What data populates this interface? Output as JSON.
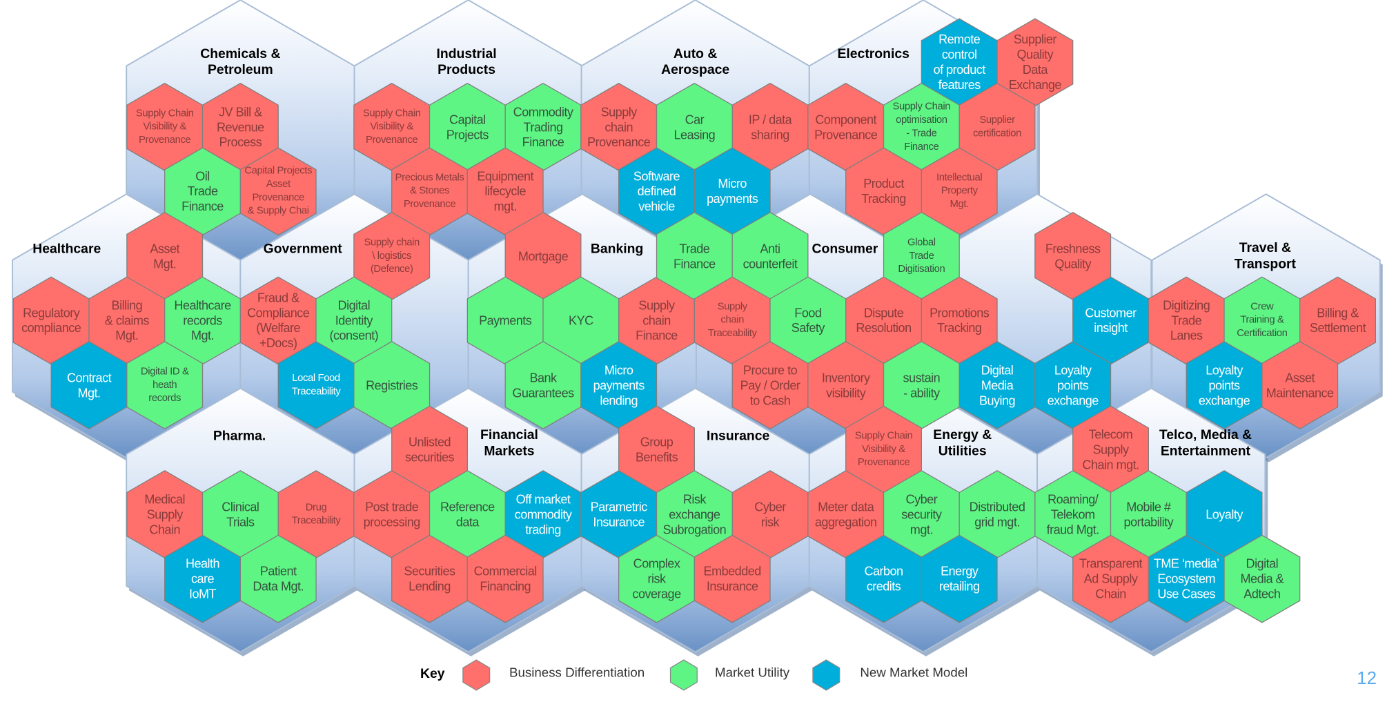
{
  "colors": {
    "bd": "#FF6F6B",
    "mu": "#5FF584",
    "nmm": "#00AEDB"
  },
  "legend": {
    "title": "Key",
    "items": [
      {
        "type": "bd",
        "label": "Business Differentiation"
      },
      {
        "type": "mu",
        "label": "Market Utility"
      },
      {
        "type": "nmm",
        "label": "New Market Model"
      }
    ]
  },
  "page_number": "12",
  "industries": [
    {
      "name": "Chemicals &\nPetroleum",
      "use_cases": [
        {
          "label": "Supply Chain\nVisibility &\nProvenance",
          "type": "bd"
        },
        {
          "label": "JV Bill &\nRevenue\nProcess",
          "type": "bd"
        },
        {
          "label": "Oil\nTrade\nFinance",
          "type": "mu"
        },
        {
          "label": "Capital Projects\nAsset\nProvenance\n& Supply Chai",
          "type": "bd"
        }
      ]
    },
    {
      "name": "Industrial\nProducts",
      "use_cases": [
        {
          "label": "Supply Chain\nVisibility &\nProvenance",
          "type": "bd"
        },
        {
          "label": "Capital\nProjects",
          "type": "mu"
        },
        {
          "label": "Commodity\nTrading\nFinance",
          "type": "mu"
        },
        {
          "label": "Precious Metals\n& Stones\nProvenance",
          "type": "bd"
        },
        {
          "label": "Equipment\nlifecycle\nmgt.",
          "type": "bd"
        }
      ]
    },
    {
      "name": "Auto &\nAerospace",
      "use_cases": [
        {
          "label": "Supply\nchain\nProvenance",
          "type": "bd"
        },
        {
          "label": "Car\nLeasing",
          "type": "mu"
        },
        {
          "label": "IP / data\nsharing",
          "type": "bd"
        },
        {
          "label": "Software\ndefined\nvehicle",
          "type": "nmm"
        },
        {
          "label": "Micro\npayments",
          "type": "nmm"
        }
      ]
    },
    {
      "name": "Electronics",
      "use_cases": [
        {
          "label": "Remote\ncontrol\nof product\nfeatures",
          "type": "nmm"
        },
        {
          "label": "Supplier\nQuality\nData\nExchange",
          "type": "bd"
        },
        {
          "label": "Component\nProvenance",
          "type": "bd"
        },
        {
          "label": "Supply Chain\noptimisation\n- Trade\nFinance",
          "type": "mu"
        },
        {
          "label": "Supplier\ncertification",
          "type": "bd"
        },
        {
          "label": "Product\nTracking",
          "type": "bd"
        },
        {
          "label": "Intellectual\nProperty\nMgt.",
          "type": "bd"
        }
      ]
    },
    {
      "name": "Healthcare",
      "use_cases": [
        {
          "label": "Asset\nMgt.",
          "type": "bd"
        },
        {
          "label": "Regulatory\ncompliance",
          "type": "bd"
        },
        {
          "label": "Billing\n& claims\nMgt.",
          "type": "bd"
        },
        {
          "label": "Healthcare\nrecords\nMgt.",
          "type": "mu"
        },
        {
          "label": "Contract\nMgt.",
          "type": "nmm"
        },
        {
          "label": "Digital ID &\nheath\nrecords",
          "type": "mu"
        }
      ]
    },
    {
      "name": "Government",
      "use_cases": [
        {
          "label": "Supply chain\n\\ logistics\n(Defence)",
          "type": "bd"
        },
        {
          "label": "Fraud &\nCompliance\n(Welfare\n+Docs)",
          "type": "bd"
        },
        {
          "label": "Digital\nIdentity\n(consent)",
          "type": "mu"
        },
        {
          "label": "Local Food\nTraceability",
          "type": "nmm"
        },
        {
          "label": "Registries",
          "type": "mu"
        }
      ]
    },
    {
      "name": "Banking",
      "use_cases": [
        {
          "label": "Mortgage",
          "type": "bd"
        },
        {
          "label": "Payments",
          "type": "mu"
        },
        {
          "label": "KYC",
          "type": "mu"
        },
        {
          "label": "Supply\nchain\nFinance",
          "type": "bd"
        },
        {
          "label": "Bank\nGuarantees",
          "type": "mu"
        },
        {
          "label": "Micro\npayments\nlending",
          "type": "nmm"
        },
        {
          "label": "Trade\nFinance",
          "type": "mu"
        }
      ]
    },
    {
      "name": "Consumer",
      "use_cases": [
        {
          "label": "Anti\ncounterfeit",
          "type": "mu"
        },
        {
          "label": "Global\nTrade\nDigitisation",
          "type": "mu"
        },
        {
          "label": "Supply\nchain\nTraceability",
          "type": "bd"
        },
        {
          "label": "Food\nSafety",
          "type": "mu"
        },
        {
          "label": "Dispute\nResolution",
          "type": "bd"
        },
        {
          "label": "Promotions\nTracking",
          "type": "bd"
        },
        {
          "label": "Procure to\nPay / Order\nto Cash",
          "type": "bd"
        },
        {
          "label": "Inventory\nvisibility",
          "type": "bd"
        },
        {
          "label": "sustain\n- ability",
          "type": "mu"
        },
        {
          "label": "Digital\nMedia\nBuying",
          "type": "nmm"
        }
      ]
    },
    {
      "use_cases": [
        {
          "label": "Freshness\nQuality",
          "type": "bd"
        },
        {
          "label": "Customer\ninsight",
          "type": "nmm"
        },
        {
          "label": "Loyalty\npoints\nexchange",
          "type": "nmm"
        }
      ]
    },
    {
      "name": "Travel &\nTransport",
      "use_cases": [
        {
          "label": "Digitizing\nTrade\nLanes",
          "type": "bd"
        },
        {
          "label": "Crew\nTraining &\nCertification",
          "type": "mu"
        },
        {
          "label": "Billing &\nSettlement",
          "type": "bd"
        },
        {
          "label": "Loyalty\npoints\nexchange",
          "type": "nmm"
        },
        {
          "label": "Asset\nMaintenance",
          "type": "bd"
        }
      ]
    },
    {
      "name": "Pharma.",
      "use_cases": [
        {
          "label": "Medical\nSupply\nChain",
          "type": "bd"
        },
        {
          "label": "Clinical\nTrials",
          "type": "mu"
        },
        {
          "label": "Drug\nTraceability",
          "type": "bd"
        },
        {
          "label": "Health\ncare\nIoMT",
          "type": "nmm"
        },
        {
          "label": "Patient\nData Mgt.",
          "type": "mu"
        }
      ]
    },
    {
      "name": "Financial\nMarkets",
      "use_cases": [
        {
          "label": "Unlisted\nsecurities",
          "type": "bd"
        },
        {
          "label": "Post trade\nprocessing",
          "type": "bd"
        },
        {
          "label": "Reference\ndata",
          "type": "mu"
        },
        {
          "label": "Off market\ncommodity\ntrading",
          "type": "nmm"
        },
        {
          "label": "Securities\nLending",
          "type": "bd"
        },
        {
          "label": "Commercial\nFinancing",
          "type": "bd"
        }
      ]
    },
    {
      "name": "Insurance",
      "use_cases": [
        {
          "label": "Group\nBenefits",
          "type": "bd"
        },
        {
          "label": "Parametric\nInsurance",
          "type": "nmm"
        },
        {
          "label": "Risk\nexchange\nSubrogation",
          "type": "mu"
        },
        {
          "label": "Cyber\nrisk",
          "type": "bd"
        },
        {
          "label": "Complex\nrisk\ncoverage",
          "type": "mu"
        },
        {
          "label": "Embedded\nInsurance",
          "type": "bd"
        }
      ]
    },
    {
      "name": "Energy &\nUtilities",
      "use_cases": [
        {
          "label": "Supply Chain\nVisibility &\nProvenance",
          "type": "bd"
        },
        {
          "label": "Meter data\naggregation",
          "type": "bd"
        },
        {
          "label": "Cyber\nsecurity\nmgt.",
          "type": "mu"
        },
        {
          "label": "Distributed\ngrid mgt.",
          "type": "mu"
        },
        {
          "label": "Carbon\ncredits",
          "type": "nmm"
        },
        {
          "label": "Energy\nretailing",
          "type": "nmm"
        }
      ]
    },
    {
      "name": "Telco, Media  &\nEntertainment",
      "use_cases": [
        {
          "label": "Telecom\nSupply\nChain mgt.",
          "type": "bd"
        },
        {
          "label": "Roaming/\nTelekom\nfraud Mgt.",
          "type": "mu"
        },
        {
          "label": "Mobile #\nportability",
          "type": "mu"
        },
        {
          "label": "Loyalty",
          "type": "nmm"
        },
        {
          "label": "Transparent\nAd Supply\nChain",
          "type": "bd"
        },
        {
          "label": "TME ‘media’\nEcosystem\nUse Cases",
          "type": "nmm"
        },
        {
          "label": "Digital\nMedia &\nAdtech",
          "type": "mu"
        }
      ]
    }
  ]
}
